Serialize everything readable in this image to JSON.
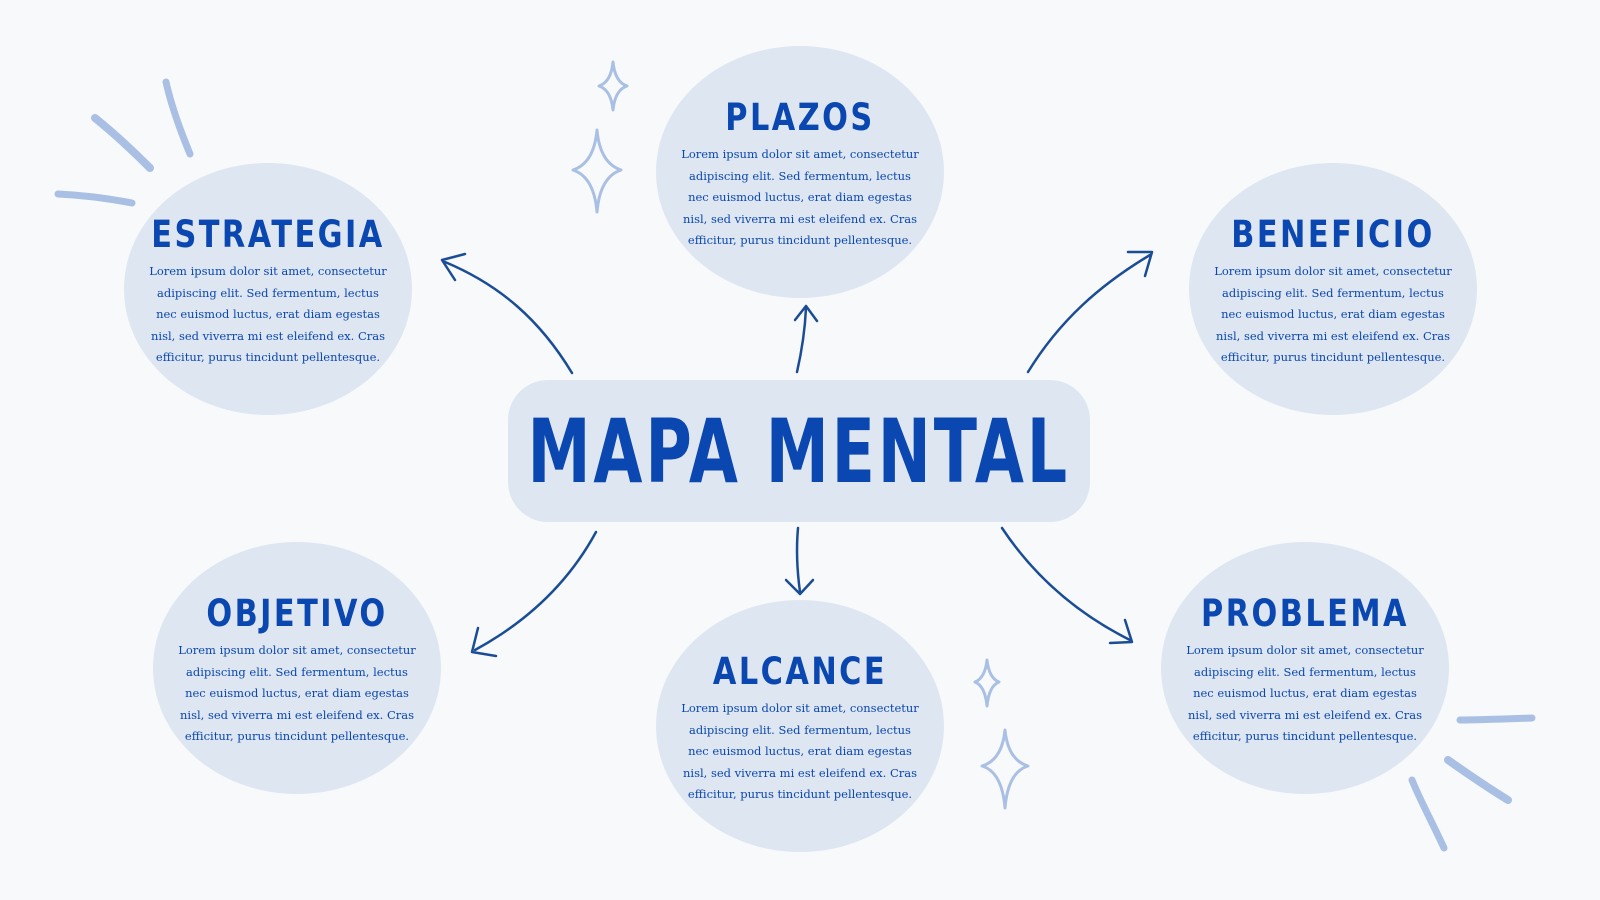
{
  "center": {
    "title": "MAPA MENTAL"
  },
  "nodes": {
    "plazos": {
      "title": "PLAZOS",
      "text": "Lorem ipsum dolor sit amet, consectetur adipiscing elit. Sed fermentum, lectus nec euismod luctus, erat diam egestas nisl, sed viverra mi est eleifend ex. Cras efficitur, purus tincidunt pellentesque."
    },
    "estrategia": {
      "title": "ESTRATEGIA",
      "text": "Lorem ipsum dolor sit amet, consectetur adipiscing elit. Sed fermentum, lectus nec euismod luctus, erat diam egestas nisl, sed viverra mi est eleifend ex. Cras efficitur, purus tincidunt pellentesque."
    },
    "beneficio": {
      "title": "BENEFICIO",
      "text": "Lorem ipsum dolor sit amet, consectetur adipiscing elit. Sed fermentum, lectus nec euismod luctus, erat diam egestas nisl, sed viverra mi est eleifend ex. Cras efficitur, purus tincidunt pellentesque."
    },
    "objetivo": {
      "title": "OBJETIVO",
      "text": "Lorem ipsum dolor sit amet, consectetur adipiscing elit. Sed fermentum, lectus nec euismod luctus, erat diam egestas nisl, sed viverra mi est eleifend ex. Cras efficitur, purus tincidunt pellentesque."
    },
    "alcance": {
      "title": "ALCANCE",
      "text": "Lorem ipsum dolor sit amet, consectetur adipiscing elit. Sed fermentum, lectus nec euismod luctus, erat diam egestas nisl, sed viverra mi est eleifend ex. Cras efficitur, purus tincidunt pellentesque."
    },
    "problema": {
      "title": "PROBLEMA",
      "text": "Lorem ipsum dolor sit amet, consectetur adipiscing elit. Sed fermentum, lectus nec euismod luctus, erat diam egestas nisl, sed viverra mi est eleifend ex. Cras efficitur, purus tincidunt pellentesque."
    }
  },
  "colors": {
    "background": "#f8f9fa",
    "bubble": "#dee6f1",
    "text": "#0a47b0",
    "arrow": "#1a4d96",
    "decoration": "#a9c0e4"
  },
  "icons": {
    "sparkle": "four-point-star-icon",
    "strokes": "brush-stroke-icon"
  }
}
